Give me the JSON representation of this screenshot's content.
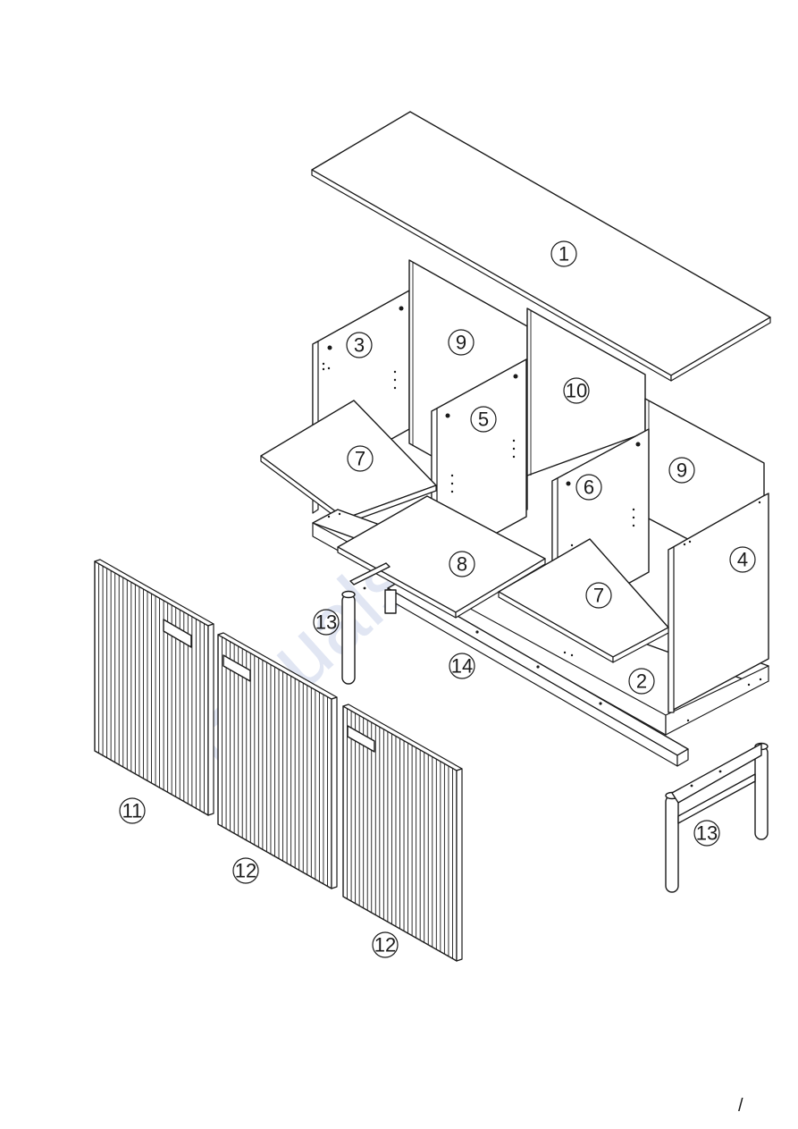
{
  "watermark": "manualslib",
  "page_mark": "/",
  "callouts": {
    "p1": "1",
    "p2": "2",
    "p3": "3",
    "p4": "4",
    "p5": "5",
    "p6": "6",
    "p7a": "7",
    "p7b": "7",
    "p8": "8",
    "p9a": "9",
    "p9b": "9",
    "p10": "10",
    "p11": "11",
    "p12a": "12",
    "p12b": "12",
    "p13a": "13",
    "p13b": "13",
    "p14": "14"
  }
}
